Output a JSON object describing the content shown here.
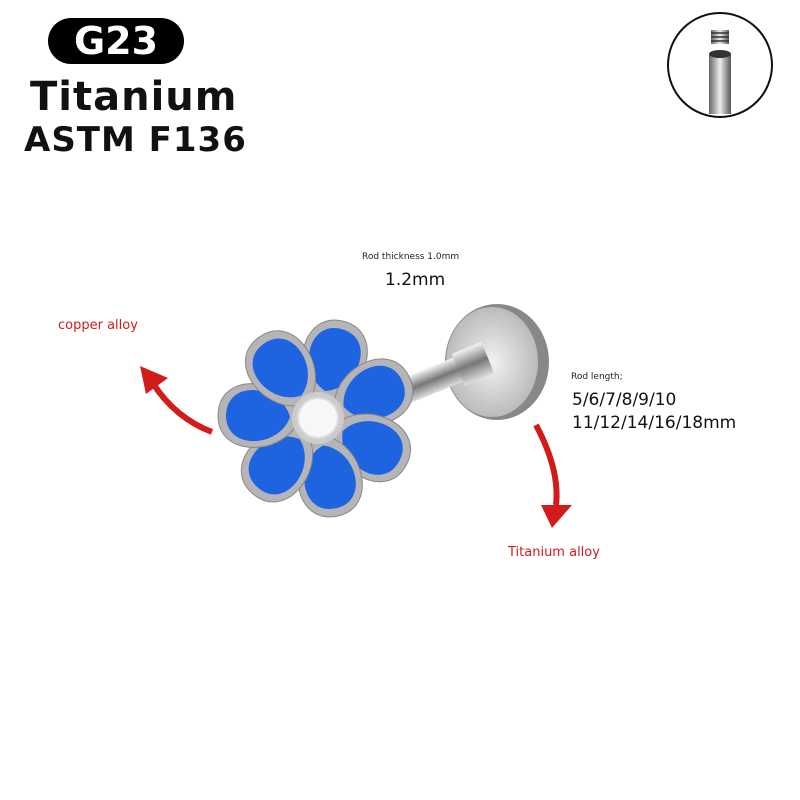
{
  "badge": "G23",
  "material": "Titanium",
  "standard": "ASTM F136",
  "rod_thickness_label": "Rod thickness 1.0mm",
  "rod_thickness_value": "1.2mm",
  "rod_length_label": "Rod length;",
  "rod_length_line1": "5/6/7/8/9/10",
  "rod_length_line2": "11/12/14/16/18mm",
  "top_material": "copper alloy",
  "bottom_material": "Titanium alloy",
  "colors": {
    "petal": "#1e63e0",
    "arrow": "#d21b1b",
    "metal": "#c8c8cc"
  }
}
